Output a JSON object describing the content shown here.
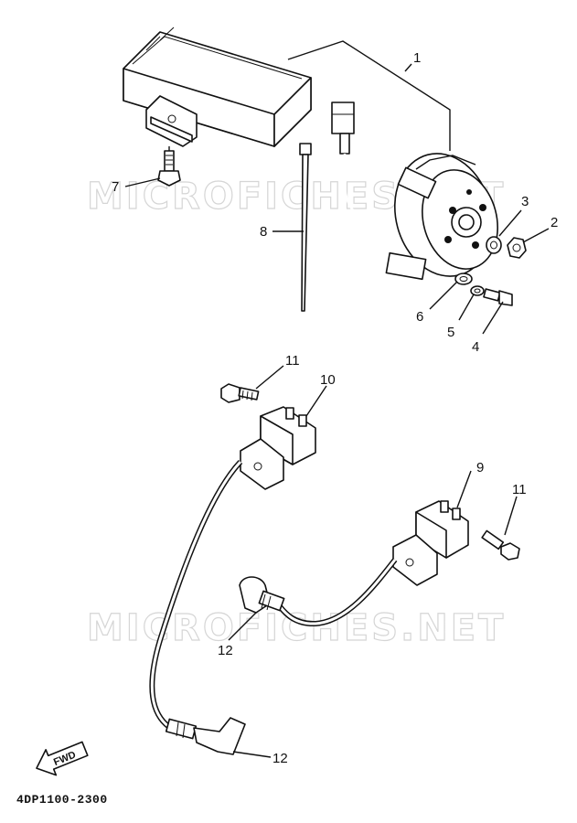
{
  "watermark": "MICROFICHES.NET",
  "diagram_code": "4DP1100-2300",
  "fwd_label": "FWD",
  "callouts": {
    "c1": "1",
    "c2": "2",
    "c3": "3",
    "c4": "4",
    "c5": "5",
    "c6": "6",
    "c7": "7",
    "c8": "8",
    "c9": "9",
    "c10": "10",
    "c11a": "11",
    "c11b": "11",
    "c12a": "12",
    "c12b": "12"
  }
}
